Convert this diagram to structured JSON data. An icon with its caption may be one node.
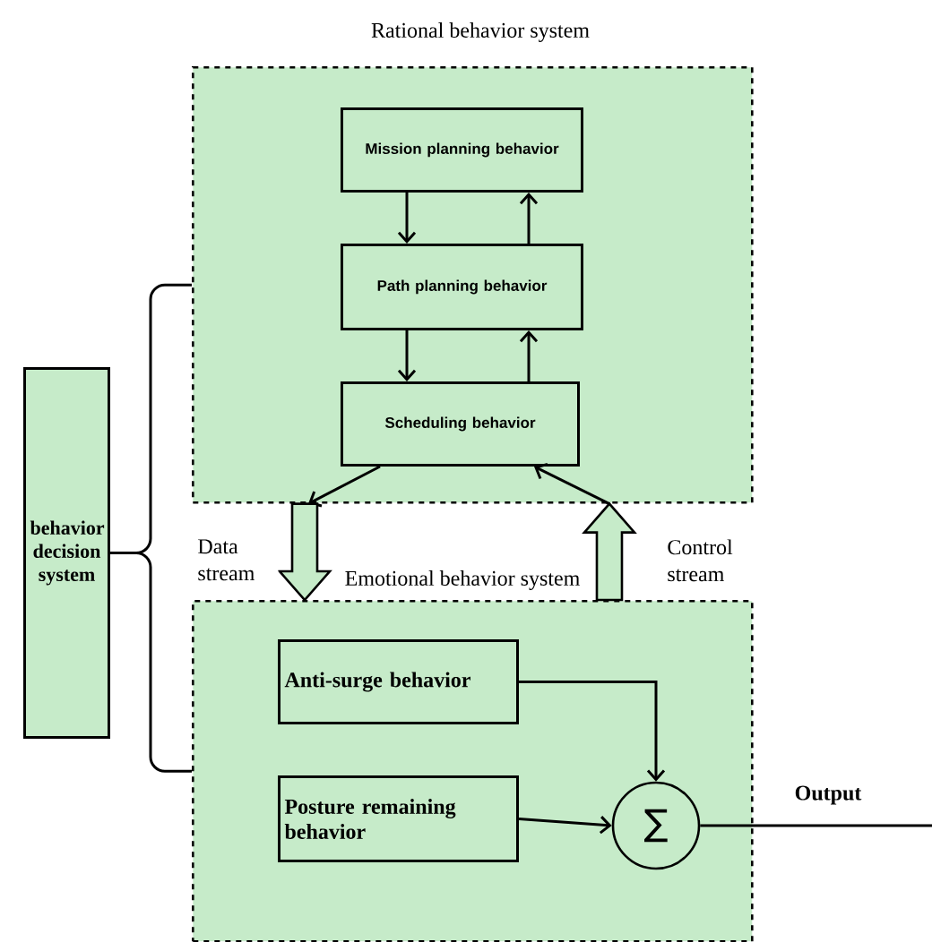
{
  "diagram": {
    "nodes": [
      {
        "text": [
          "Rational behavior system"
        ]
      },
      {
        "text": [
          "Mission planning behavior"
        ],
        "in": 0
      },
      {
        "text": [
          "Path planning behavior"
        ],
        "in": 0
      },
      {
        "text": [
          "Scheduling behavior"
        ],
        "in": 0
      },
      {
        "text": [
          "behavior decision system"
        ]
      },
      {
        "text": [
          "Emotional behavior system"
        ]
      },
      {
        "text": [
          "Anti-surge behavior"
        ],
        "in": 5
      },
      {
        "text": [
          "Posture remaining behavior"
        ],
        "in": 5
      },
      {
        "text": [
          "∑"
        ],
        "in": 5
      }
    ],
    "edges": [
      {
        "from": 1,
        "to": 2,
        "arrow": "to"
      },
      {
        "from": 2,
        "to": 1,
        "arrow": "to"
      },
      {
        "from": 2,
        "to": 3,
        "arrow": "to"
      },
      {
        "from": 3,
        "to": 2,
        "arrow": "to"
      },
      {
        "from": 3,
        "to": 0,
        "arrow": "to"
      },
      {
        "from": 0,
        "to": 5,
        "arrow": "to",
        "style": "thick",
        "label": "Data stream"
      },
      {
        "from": 5,
        "to": 0,
        "arrow": "to",
        "style": "thick",
        "label": "Control stream"
      },
      {
        "from": 0,
        "to": 3,
        "arrow": "to"
      },
      {
        "from": 4,
        "to": 0,
        "arrow": "none"
      },
      {
        "from": 4,
        "to": 5,
        "arrow": "none"
      },
      {
        "from": 6,
        "to": 8,
        "arrow": "to"
      },
      {
        "from": 7,
        "to": 8,
        "arrow": "to"
      },
      {
        "from": 8,
        "to": null,
        "arrow": "none",
        "label": "Output"
      }
    ]
  }
}
